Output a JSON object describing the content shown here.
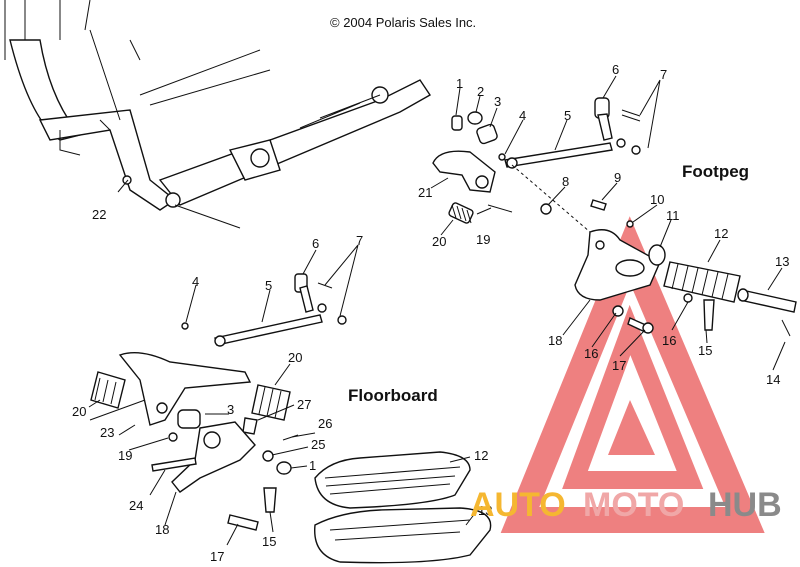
{
  "copyright": "© 2004 Polaris Sales Inc.",
  "sections": {
    "footpeg": "Footpeg",
    "floorboard": "Floorboard"
  },
  "watermark": {
    "part1": "AUTO",
    "part2": "MOTO",
    "part3": "HUB",
    "colors": {
      "auto": "#f5b731",
      "moto": "#f0a7a7",
      "hub": "#8a8a8a",
      "logo": "#e85a5a"
    }
  },
  "callouts": {
    "top_22": "22",
    "fp_1": "1",
    "fp_2": "2",
    "fp_3": "3",
    "fp_4": "4",
    "fp_5": "5",
    "fp_6": "6",
    "fp_7": "7",
    "fp_8": "8",
    "fp_9": "9",
    "fp_10": "10",
    "fp_11": "11",
    "fp_12": "12",
    "fp_13": "13",
    "fp_14": "14",
    "fp_15": "15",
    "fp_16a": "16",
    "fp_16b": "16",
    "fp_17": "17",
    "fp_18": "18",
    "fp_19": "19",
    "fp_20": "20",
    "fp_21": "21",
    "fb_1": "1",
    "fb_3": "3",
    "fb_4": "4",
    "fb_5": "5",
    "fb_6": "6",
    "fb_7": "7",
    "fb_12": "12",
    "fb_13": "13",
    "fb_15": "15",
    "fb_17": "17",
    "fb_18": "18",
    "fb_19": "19",
    "fb_20a": "20",
    "fb_20b": "20",
    "fb_23": "23",
    "fb_24": "24",
    "fb_25": "25",
    "fb_26": "26",
    "fb_27": "27"
  }
}
